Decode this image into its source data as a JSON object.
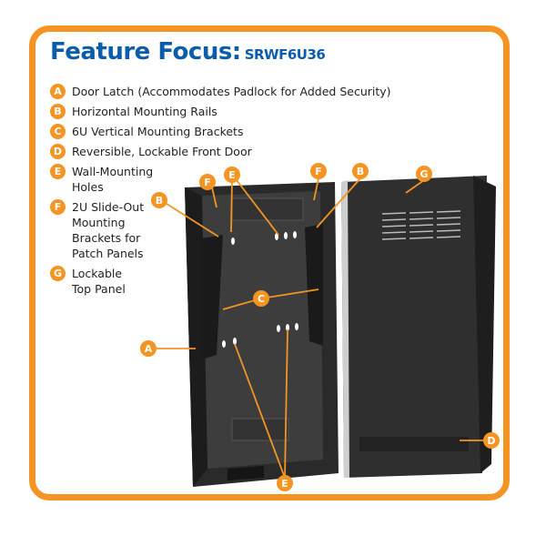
{
  "title": {
    "main": "Feature Focus:",
    "model": "SRWF6U36"
  },
  "legend": [
    {
      "letter": "A",
      "text": "Door Latch (Accommodates Padlock for Added Security)"
    },
    {
      "letter": "B",
      "text": "Horizontal Mounting Rails"
    },
    {
      "letter": "C",
      "text": "6U Vertical Mounting Brackets"
    },
    {
      "letter": "D",
      "text": "Reversible, Lockable Front Door"
    },
    {
      "letter": "E",
      "text": "Wall-Mounting\nHoles"
    },
    {
      "letter": "F",
      "text": "2U Slide-Out\nMounting\nBrackets for\nPatch Panels"
    },
    {
      "letter": "G",
      "text": "Lockable\nTop Panel"
    }
  ],
  "callouts": {
    "a": "A",
    "b1": "B",
    "b2": "B",
    "c": "C",
    "d": "D",
    "e1": "E",
    "e2": "E",
    "f1": "F",
    "f2": "F",
    "g": "G"
  },
  "colors": {
    "accent": "#f39423",
    "title": "#0b5cab",
    "cabinet": "#2b2b2b"
  }
}
